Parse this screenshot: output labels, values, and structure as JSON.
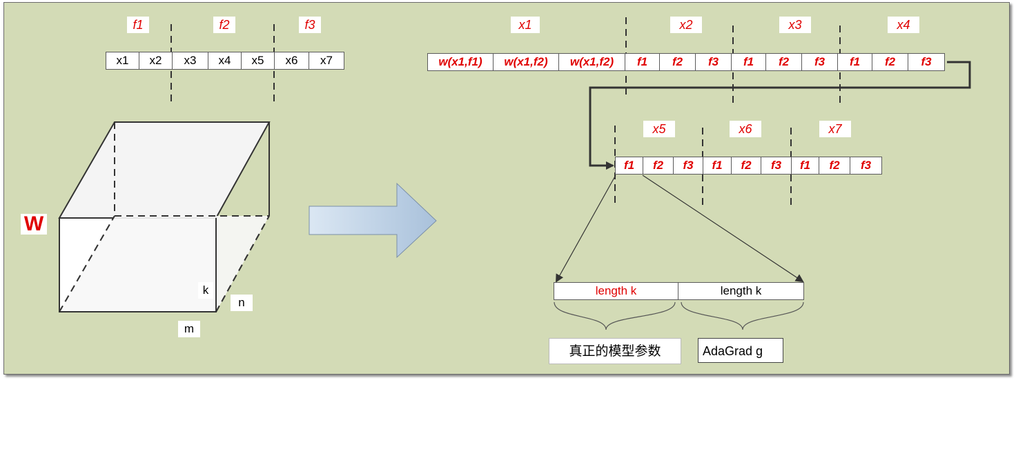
{
  "fields": [
    "f1",
    "f2",
    "f3"
  ],
  "features_left": [
    "x1",
    "x2",
    "x3",
    "x4",
    "x5",
    "x6",
    "x7"
  ],
  "top_row": {
    "cells": [
      "w(x1,f1)",
      "w(x1,f2)",
      "w(x1,f2)",
      "f1",
      "f2",
      "f3",
      "f1",
      "f2",
      "f3",
      "f1",
      "f2",
      "f3"
    ],
    "labels": [
      "x1",
      "x2",
      "x3",
      "x4"
    ]
  },
  "second_row": {
    "cells": [
      "f1",
      "f2",
      "f3",
      "f1",
      "f2",
      "f3",
      "f1",
      "f2",
      "f3"
    ],
    "labels": [
      "x5",
      "x6",
      "x7"
    ]
  },
  "matrix": {
    "name": "W",
    "dim_k": "k",
    "dim_n": "n",
    "dim_m": "m"
  },
  "detail": {
    "left_length": "length k",
    "right_length": "length k",
    "left_caption": "真正的模型参数",
    "right_caption": "AdaGrad g"
  },
  "colors": {
    "background": "#d3dbb6",
    "accent": "#e00000",
    "arrow_fill": "#c5d6ea"
  }
}
